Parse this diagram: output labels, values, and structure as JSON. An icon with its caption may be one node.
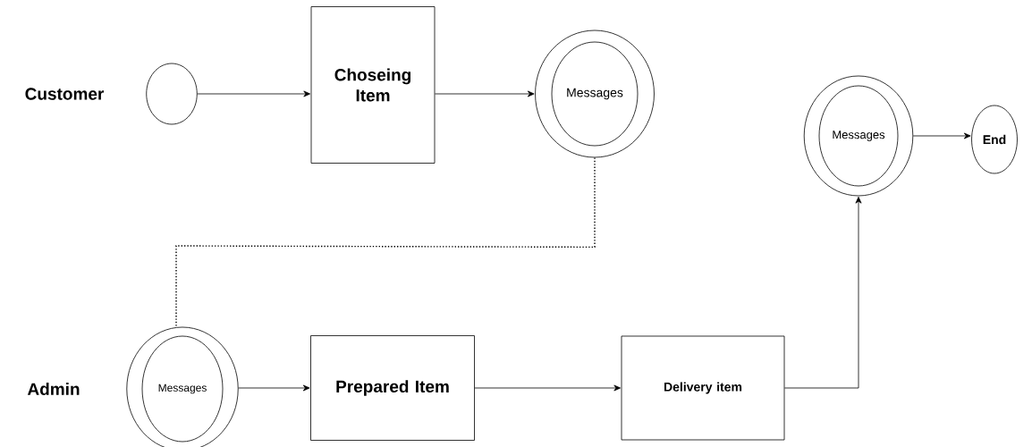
{
  "diagram": {
    "nodes": [
      {
        "text": [],
        "shape": "circle"
      },
      {
        "text": [
          "Choseing Item"
        ]
      },
      {
        "text": [
          "Messages"
        ]
      },
      {
        "text": [
          "Messages"
        ]
      },
      {
        "text": [
          "End"
        ]
      },
      {
        "text": [
          "Messages"
        ]
      },
      {
        "text": [
          "Prepared Item"
        ]
      },
      {
        "text": [
          "Delivery item"
        ]
      }
    ],
    "edges": [
      {
        "from": 0,
        "to": 1,
        "arrow": "to"
      },
      {
        "from": 1,
        "to": 2,
        "arrow": "to"
      },
      {
        "from": 2,
        "to": 5,
        "arrow": "none",
        "style": "dashed"
      },
      {
        "from": 5,
        "to": 6,
        "arrow": "to"
      },
      {
        "from": 6,
        "to": 7,
        "arrow": "to"
      },
      {
        "from": 7,
        "to": 3,
        "arrow": "to"
      },
      {
        "from": 3,
        "to": 4,
        "arrow": "to"
      }
    ],
    "labels": [
      "Customer",
      "Admin"
    ]
  }
}
